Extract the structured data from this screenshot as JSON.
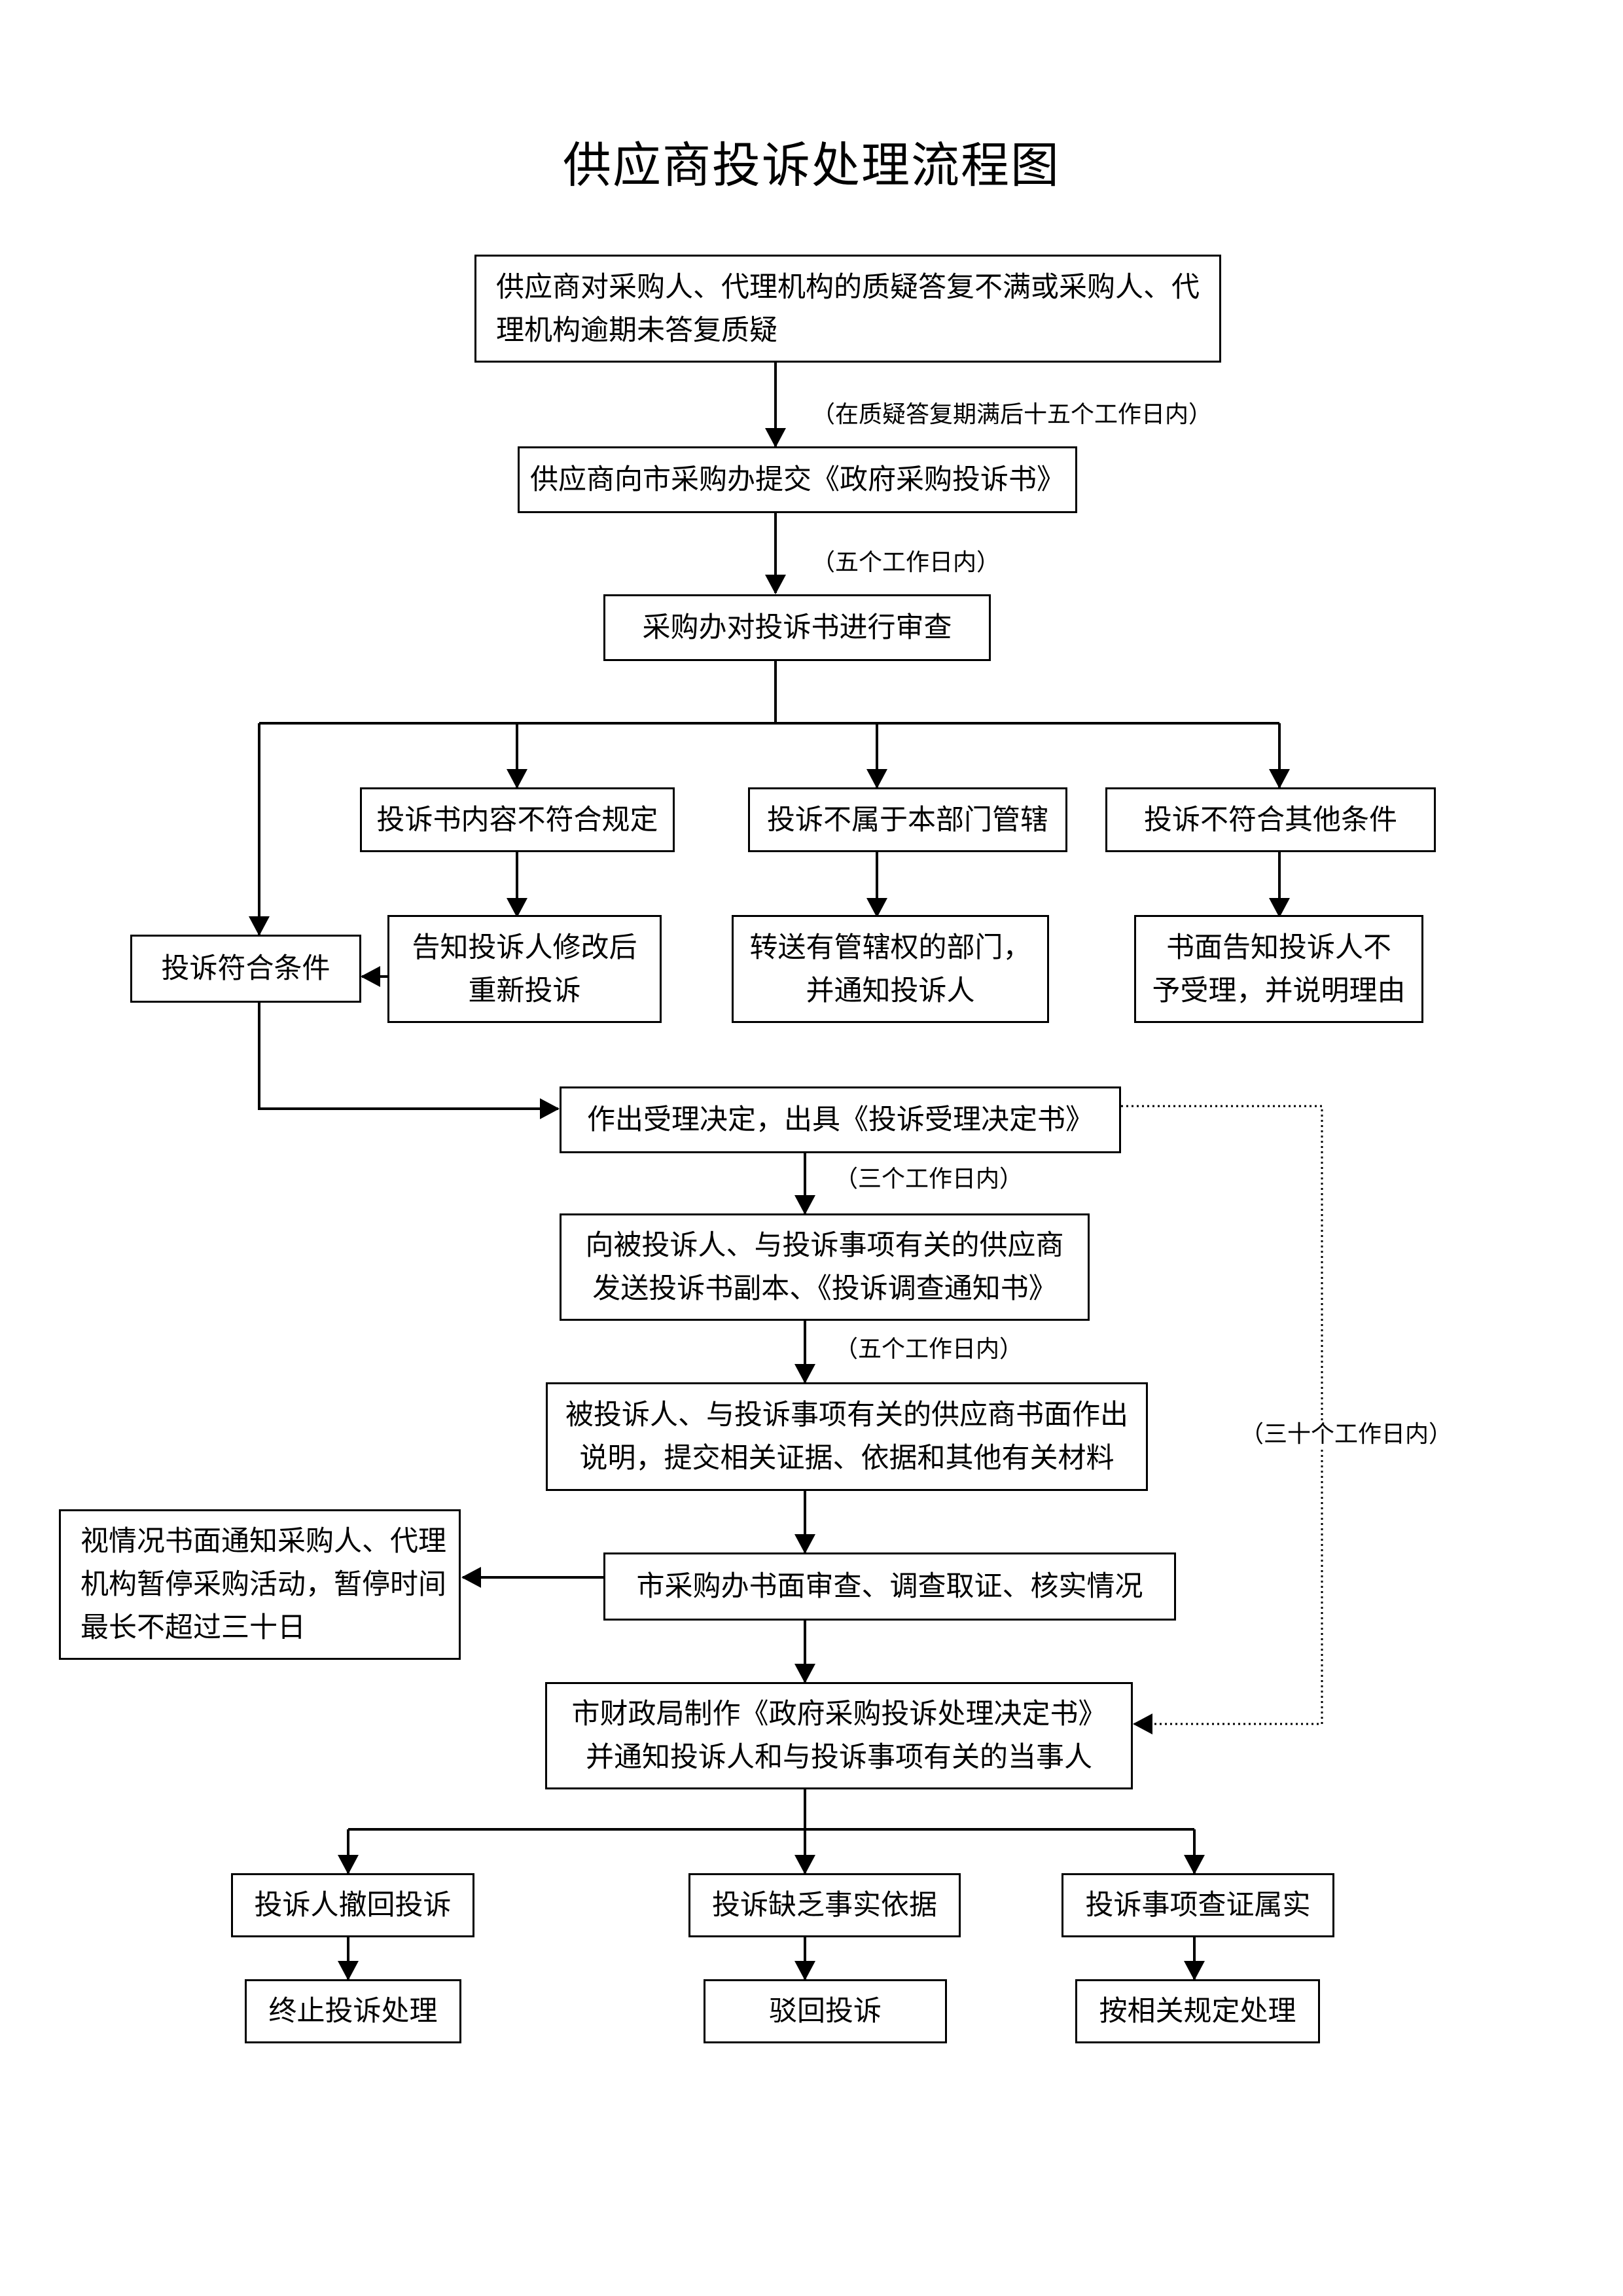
{
  "title": "供应商投诉处理流程图",
  "nodes": {
    "start": "供应商对采购人、代理机构的质疑答复不满或采购人、代\n理机构逾期未答复质疑",
    "submit": "供应商向市采购办提交《政府采购投诉书》",
    "review": "采购办对投诉书进行审查",
    "content_invalid": "投诉书内容不符合规定",
    "not_jurisdiction": "投诉不属于本部门管辖",
    "other_invalid": "投诉不符合其他条件",
    "notify_modify": "告知投诉人修改后\n重新投诉",
    "transfer": "转送有管辖权的部门，\n并通知投诉人",
    "reject_written": "书面告知投诉人不\n予受理，并说明理由",
    "eligible": "投诉符合条件",
    "accept": "作出受理决定，出具《投诉受理决定书》",
    "send_copy": "向被投诉人、与投诉事项有关的供应商\n发送投诉书副本、《投诉调查通知书》",
    "respondent_explain": "被投诉人、与投诉事项有关的供应商书面作出\n说明，提交相关证据、依据和其他有关材料",
    "suspend": "视情况书面通知采购人、代理\n机构暂停采购活动，暂停时间\n最长不超过三十日",
    "investigate": "市采购办书面审查、调查取证、核实情况",
    "decision": "市财政局制作《政府采购投诉处理决定书》\n并通知投诉人和与投诉事项有关的当事人",
    "withdraw": "投诉人撤回投诉",
    "lack_basis": "投诉缺乏事实依据",
    "verified": "投诉事项查证属实",
    "terminate": "终止投诉处理",
    "dismiss": "驳回投诉",
    "handle": "按相关规定处理"
  },
  "notes": {
    "n1": "（在质疑答复期满后十五个工作日内）",
    "n2": "（五个工作日内）",
    "n3": "（三个工作日内）",
    "n4": "（五个工作日内）",
    "n5": "（三十个工作日内）"
  }
}
